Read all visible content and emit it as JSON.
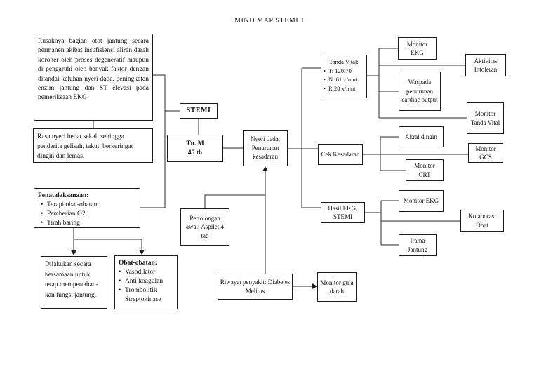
{
  "title": "MIND MAP STEMI 1",
  "colors": {
    "line": "#2a2a2a",
    "box_border": "#1c1c1c",
    "text": "#111111",
    "background": "#ffffff"
  },
  "nodes": {
    "definisi": {
      "text": "Rusaknya bagian otot jantung secara permanen akibat insufisiensi aliran darah koroner oleh proses degeneratif maupun di pengaruhi oleh banyak faktor dengan ditandai keluhan nyeri dada, peningkatan enzim jantung dan ST elevasi pada pemeriksaan EKG"
    },
    "rasa_nyeri": {
      "text": "Rasa nyeri hebat sekali sehingga penderita gelisah, takut, berkeringat dingin dan lemas."
    },
    "penatalaksanaan": {
      "heading": "Penatalaksanaan:",
      "items": [
        "Terapi obat-obatan",
        "Pemberian O2",
        "Tirah baring"
      ]
    },
    "dilakukan": {
      "text": "Dilakukan secara bersamaan untuk tetap mempertahan-kan fungsi jantung."
    },
    "obat_obatan": {
      "heading": "Obat-obatan:",
      "items": [
        "Vasodilator",
        "Anti koagulan",
        "Trombolitik Streptokinase"
      ]
    },
    "stemi": {
      "text": "STEMI"
    },
    "pasien": {
      "name": "Tn. M",
      "age": "45 th"
    },
    "nyeri_dada": {
      "text": "Nyeri dada, Penurunan kesadaran"
    },
    "pertolongan": {
      "text": "Pertolongan awal: Aspilet 4 tab"
    },
    "riwayat": {
      "text": "Riwayat penyakit: Diabetes Melitus"
    },
    "monitor_gula": {
      "text": "Monitor gula darah"
    },
    "tanda_vital": {
      "heading": "Tanda Vital:",
      "items": [
        "T: 120/70",
        "N: 61 x/mnt",
        "R:28 x/mnt"
      ]
    },
    "monitor_ekg_1": {
      "text": "Monitor EKG"
    },
    "waspada": {
      "text": "Waspada penurunan cardiac output"
    },
    "aktivitas": {
      "text": "Aktivitas Intoleran"
    },
    "monitor_tanda_vital": {
      "text": "Monitor Tanda Vital"
    },
    "cek_kesadaran": {
      "text": "Cek Kesadaran"
    },
    "akral_dingin": {
      "text": "Akral dingin"
    },
    "monitor_crt": {
      "text": "Monitor CRT"
    },
    "monitor_gcs": {
      "text": "Monitor GCS"
    },
    "hasil_ekg": {
      "text": "Hasil EKG: STEMI"
    },
    "monitor_ekg_2": {
      "text": "Monitor EKG"
    },
    "kolaborasi": {
      "text": "Kolaborasi Obat"
    },
    "irama_jantung": {
      "text": "Irama Jantung"
    }
  }
}
